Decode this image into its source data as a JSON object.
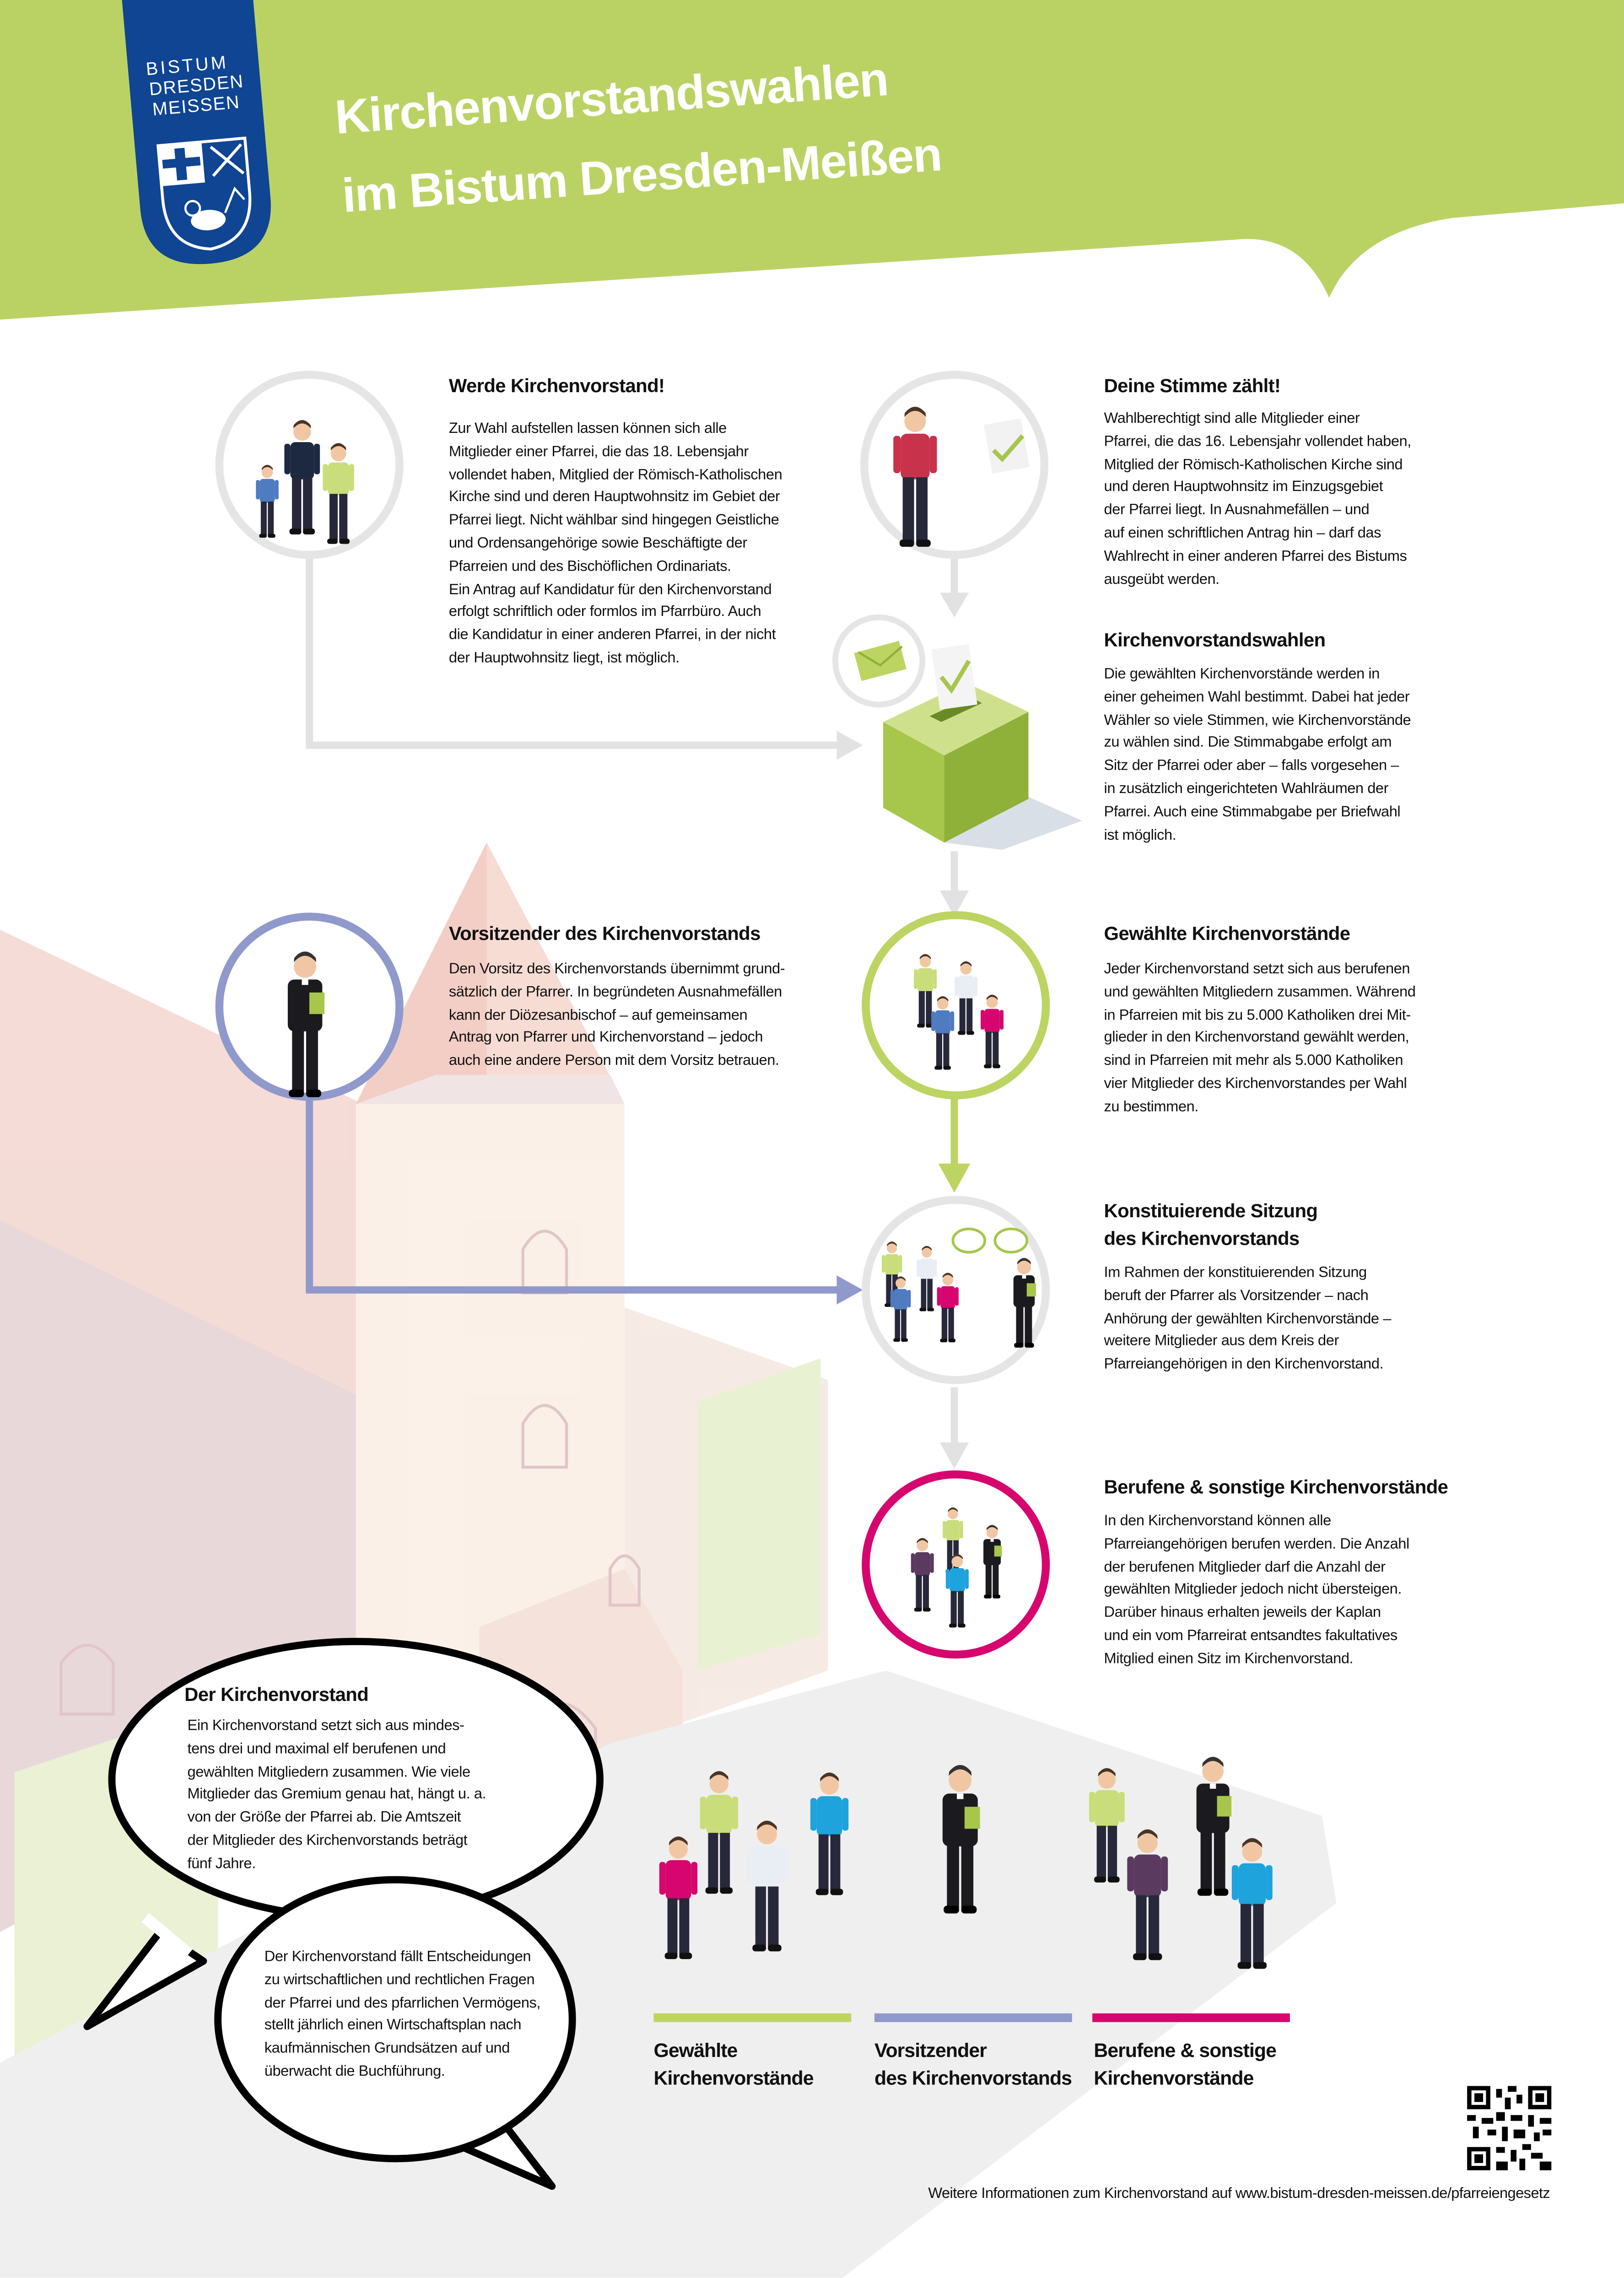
{
  "header": {
    "title_line1": "Kirchenvorstandswahlen",
    "title_line2": "im Bistum Dresden-Meißen"
  },
  "logo": {
    "line1": "BISTUM",
    "line2": "DRESDEN",
    "line3": "MEISSEN"
  },
  "sections": {
    "werde": {
      "heading": "Werde Kirchenvorstand!",
      "body": "Zur Wahl aufstellen lassen können sich alle\nMitglieder einer Pfarrei, die das 18. Lebensjahr\nvollendet haben, Mitglied der Römisch-Katholischen\nKirche sind und deren Hauptwohnsitz im Gebiet der\nPfarrei liegt. Nicht wählbar sind hingegen Geistliche\nund Ordensangehörige sowie Beschäftigte der\nPfarreien und des Bischöflichen Ordinariats.\nEin Antrag auf Kandidatur für den Kirchenvorstand\nerfolgt schriftlich oder formlos im Pfarrbüro. Auch\ndie Kandidatur in einer anderen Pfarrei, in der nicht\nder Hauptwohnsitz liegt, ist möglich."
    },
    "stimme": {
      "heading": "Deine Stimme zählt!",
      "body": "Wahlberechtigt sind alle Mitglieder einer\nPfarrei, die das 16. Lebensjahr vollendet haben,\nMitglied der Römisch-Katholischen Kirche sind\nund deren Hauptwohnsitz im Einzugsgebiet\nder Pfarrei liegt. In Ausnahmefällen – und\nauf einen schriftlichen Antrag hin – darf das\nWahlrecht in einer anderen Pfarrei des Bistums\nausgeübt werden."
    },
    "wahlen": {
      "heading": "Kirchenvorstandswahlen",
      "body": "Die gewählten Kirchenvorstände werden in\neiner geheimen Wahl bestimmt. Dabei hat jeder\nWähler so viele Stimmen, wie Kirchenvorstände\nzu wählen sind. Die Stimmabgabe erfolgt am\nSitz der Pfarrei oder aber – falls vorgesehen –\nin zusätzlich eingerichteten Wahlräumen der\nPfarrei. Auch eine Stimmabgabe per Briefwahl\nist möglich."
    },
    "vorsitz": {
      "heading": "Vorsitzender des Kirchenvorstands",
      "body": "Den Vorsitz des Kirchenvorstands übernimmt grund-\nsätzlich der Pfarrer. In begründeten Ausnahmefällen\nkann der Diözesanbischof – auf gemeinsamen\nAntrag von Pfarrer und Kirchenvorstand – jedoch\nauch eine andere Person mit dem Vorsitz betrauen."
    },
    "gewaehlte": {
      "heading": "Gewählte Kirchenvorstände",
      "body": "Jeder Kirchenvorstand setzt sich aus berufenen\nund gewählten Mitgliedern zusammen. Während\nin Pfarreien mit bis zu 5.000 Katholiken drei Mit-\nglieder in den Kirchenvorstand gewählt werden,\nsind in Pfarreien mit mehr als 5.000 Katholiken\nvier Mitglieder des Kirchenvorstandes per Wahl\nzu bestimmen."
    },
    "konstituierende": {
      "heading": "Konstituierende Sitzung\ndes Kirchenvorstands",
      "body": "Im Rahmen der konstituierenden Sitzung\nberuft der Pfarrer als Vorsitzender – nach\nAnhörung der gewählten Kirchenvorstände –\nweitere Mitglieder aus dem Kreis der\nPfarreiangehörigen in den Kirchenvorstand."
    },
    "berufene": {
      "heading": "Berufene & sonstige Kirchenvorstände",
      "body": "In den Kirchenvorstand können alle\nPfarreiangehörigen berufen werden. Die Anzahl\nder berufenen Mitglieder darf die Anzahl der\ngewählten Mitglieder jedoch nicht übersteigen.\nDarüber hinaus erhalten jeweils der Kaplan\nund ein vom Pfarreirat entsandtes fakultatives\nMitglied einen Sitz im Kirchenvorstand."
    }
  },
  "bubbles": {
    "main": {
      "heading": "Der Kirchenvorstand",
      "body": "Ein Kirchenvorstand setzt sich aus mindes-\ntens drei und maximal elf berufenen und\ngewählten Mitgliedern zusammen. Wie viele\nMitglieder das Gremium genau hat, hängt u. a.\nvon der Größe der Pfarrei ab. Die Amtszeit\nder Mitglieder des Kirchenvorstands beträgt\nfünf Jahre."
    },
    "second": {
      "body": "Der Kirchenvorstand fällt Entscheidungen\nzu wirtschaftlichen und rechtlichen Fragen\nder Pfarrei und des pfarrlichen Vermögens,\nstellt jährlich einen Wirtschaftsplan nach\nkaufmännischen Grundsätzen auf und\nüberwacht die Buchführung."
    }
  },
  "legend": [
    {
      "label": "Gewählte\nKirchenvorstände",
      "color": "#bcd462"
    },
    {
      "label": "Vorsitzender\ndes Kirchenvorstands",
      "color": "#8f99cb"
    },
    {
      "label": "Berufene & sonstige\nKirchenvorstände",
      "color": "#d6066e"
    }
  ],
  "footer": {
    "text": "Weitere Informationen zum Kirchenvorstand auf www.bistum-dresden-meissen.de/pfarreiengesetz"
  },
  "colors": {
    "header_green": "#bad264",
    "logo_blue": "#0f4592",
    "gray_line": "#e2e2e2",
    "purple": "#8f99cb",
    "green": "#bcd462",
    "magenta": "#d6066e"
  },
  "icons": [
    "ballot-box-icon",
    "envelope-icon",
    "checkmark-icon",
    "speech-bubble-icon",
    "qr-code-icon",
    "coat-of-arms-icon"
  ]
}
